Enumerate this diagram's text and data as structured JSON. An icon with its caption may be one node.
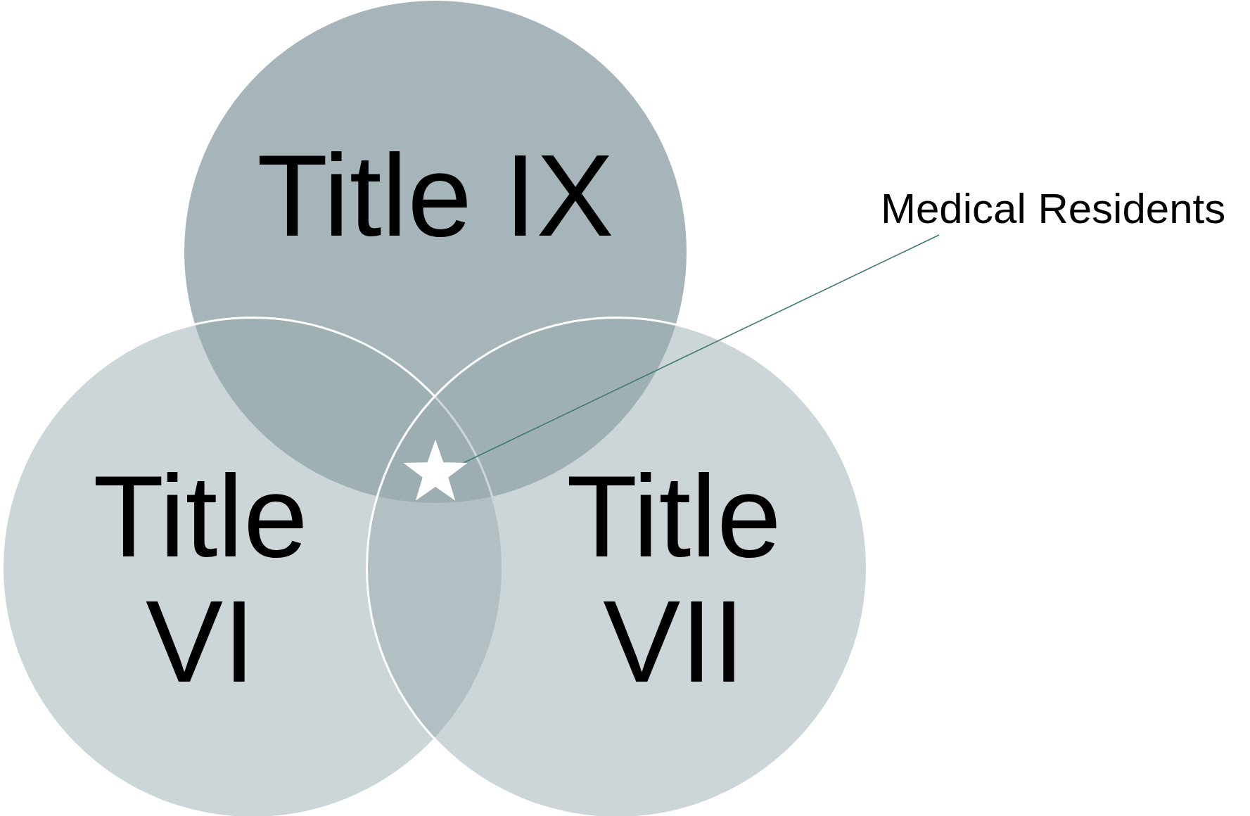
{
  "diagram": {
    "nodes": [
      {
        "text": [
          "Title IX"
        ]
      },
      {
        "text": [
          "Medical Residents"
        ]
      },
      {
        "text": [],
        "shape": "star"
      },
      {
        "text": [
          "Title VI"
        ]
      },
      {
        "text": [
          "Title VII"
        ]
      }
    ],
    "edges": [
      {
        "from": 1,
        "to": 2,
        "arrow": "none"
      }
    ]
  }
}
